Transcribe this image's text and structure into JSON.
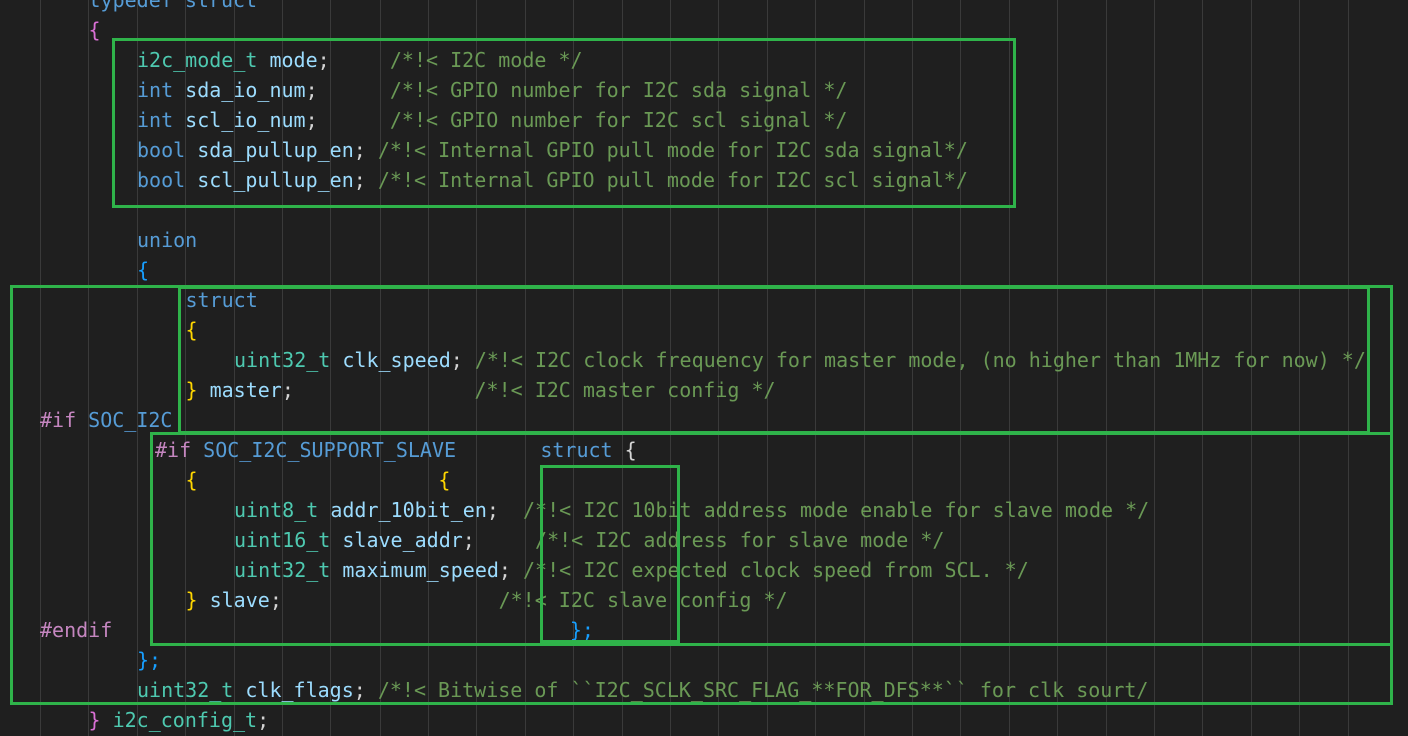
{
  "editor": {
    "theme": {
      "background": "#1f1f1f",
      "highlight_box": "#2fb34a"
    },
    "lines": [
      {
        "indent": 1,
        "tokens": [
          {
            "t": "typedef ",
            "c": "kw"
          },
          {
            "t": "struct",
            "c": "kw"
          }
        ]
      },
      {
        "indent": 1,
        "tokens": [
          {
            "t": "{",
            "c": "brace2"
          }
        ]
      },
      {
        "indent": 2,
        "tokens": [
          {
            "t": "i2c_mode_t",
            "c": "type"
          },
          {
            "t": " ",
            "c": "punct"
          },
          {
            "t": "mode",
            "c": "var"
          },
          {
            "t": ";     ",
            "c": "punct"
          },
          {
            "t": "/*!< I2C mode */",
            "c": "cmt"
          }
        ]
      },
      {
        "indent": 2,
        "tokens": [
          {
            "t": "int",
            "c": "kw"
          },
          {
            "t": " ",
            "c": "punct"
          },
          {
            "t": "sda_io_num",
            "c": "var"
          },
          {
            "t": ";      ",
            "c": "punct"
          },
          {
            "t": "/*!< GPIO number for I2C sda signal */",
            "c": "cmt"
          }
        ]
      },
      {
        "indent": 2,
        "tokens": [
          {
            "t": "int",
            "c": "kw"
          },
          {
            "t": " ",
            "c": "punct"
          },
          {
            "t": "scl_io_num",
            "c": "var"
          },
          {
            "t": ";      ",
            "c": "punct"
          },
          {
            "t": "/*!< GPIO number for I2C scl signal */",
            "c": "cmt"
          }
        ]
      },
      {
        "indent": 2,
        "tokens": [
          {
            "t": "bool",
            "c": "kw"
          },
          {
            "t": " ",
            "c": "punct"
          },
          {
            "t": "sda_pullup_en",
            "c": "var"
          },
          {
            "t": "; ",
            "c": "punct"
          },
          {
            "t": "/*!< Internal GPIO pull mode for I2C sda signal*/",
            "c": "cmt"
          }
        ]
      },
      {
        "indent": 2,
        "tokens": [
          {
            "t": "bool",
            "c": "kw"
          },
          {
            "t": " ",
            "c": "punct"
          },
          {
            "t": "scl_pullup_en",
            "c": "var"
          },
          {
            "t": "; ",
            "c": "punct"
          },
          {
            "t": "/*!< Internal GPIO pull mode for I2C scl signal*/",
            "c": "cmt"
          }
        ]
      },
      {
        "indent": 2,
        "tokens": []
      },
      {
        "indent": 2,
        "tokens": [
          {
            "t": "union",
            "c": "kw"
          }
        ]
      },
      {
        "indent": 2,
        "tokens": [
          {
            "t": "{",
            "c": "brace3"
          }
        ]
      },
      {
        "indent": 3,
        "tokens": [
          {
            "t": "struct",
            "c": "kw"
          }
        ]
      },
      {
        "indent": 3,
        "tokens": [
          {
            "t": "{",
            "c": "brace1"
          }
        ]
      },
      {
        "indent": 4,
        "tokens": [
          {
            "t": "uint32_t",
            "c": "type"
          },
          {
            "t": " ",
            "c": "punct"
          },
          {
            "t": "clk_speed",
            "c": "var"
          },
          {
            "t": "; ",
            "c": "punct"
          },
          {
            "t": "/*!< I2C clock frequency for master mode, (no higher than 1MHz for now) */",
            "c": "cmt"
          }
        ]
      },
      {
        "indent": 3,
        "tokens": [
          {
            "t": "}",
            "c": "brace1"
          },
          {
            "t": " ",
            "c": "punct"
          },
          {
            "t": "master",
            "c": "var"
          },
          {
            "t": ";               ",
            "c": "punct"
          },
          {
            "t": "/*!< I2C master config */",
            "c": "cmt"
          }
        ]
      },
      {
        "indent": 0,
        "tokens": [
          {
            "t": "#if",
            "c": "pre"
          },
          {
            "t": " ",
            "c": "punct"
          },
          {
            "t": "SOC_I2C",
            "c": "macro"
          }
        ]
      },
      {
        "indent": 0,
        "indentPx": 155,
        "tokens": [
          {
            "t": "#if",
            "c": "pre"
          },
          {
            "t": " ",
            "c": "punct"
          },
          {
            "t": "SOC_I2C_SUPPORT_SLAVE",
            "c": "macro"
          },
          {
            "t": "       ",
            "c": "punct"
          },
          {
            "t": "struct",
            "c": "kw"
          },
          {
            "t": " ",
            "c": "punct"
          },
          {
            "t": "{",
            "c": "punct"
          }
        ]
      },
      {
        "indent": 3,
        "tokens": [
          {
            "t": "{",
            "c": "brace1"
          },
          {
            "t": "                    ",
            "c": "punct"
          },
          {
            "t": "{",
            "c": "brace1"
          }
        ]
      },
      {
        "indent": 4,
        "tokens": [
          {
            "t": "uint8_t",
            "c": "type"
          },
          {
            "t": " ",
            "c": "punct"
          },
          {
            "t": "addr_10bit_en",
            "c": "var"
          },
          {
            "t": ";  ",
            "c": "punct"
          },
          {
            "t": "/*!< I2C 10bit address mode enable for slave mode */",
            "c": "cmt"
          }
        ]
      },
      {
        "indent": 4,
        "tokens": [
          {
            "t": "uint16_t",
            "c": "type"
          },
          {
            "t": " ",
            "c": "punct"
          },
          {
            "t": "slave_addr",
            "c": "var"
          },
          {
            "t": ";     ",
            "c": "punct"
          },
          {
            "t": "/*!< I2C address for slave mode */",
            "c": "cmt"
          }
        ]
      },
      {
        "indent": 4,
        "tokens": [
          {
            "t": "uint32_t",
            "c": "type"
          },
          {
            "t": " ",
            "c": "punct"
          },
          {
            "t": "maximum_speed",
            "c": "var"
          },
          {
            "t": "; ",
            "c": "punct"
          },
          {
            "t": "/*!< I2C expected clock speed from SCL. */",
            "c": "cmt"
          }
        ]
      },
      {
        "indent": 3,
        "tokens": [
          {
            "t": "}",
            "c": "brace1"
          },
          {
            "t": " ",
            "c": "punct"
          },
          {
            "t": "slave",
            "c": "var"
          },
          {
            "t": ";                  ",
            "c": "punct"
          },
          {
            "t": "/*!< I2C slave config */",
            "c": "cmt"
          }
        ]
      },
      {
        "indent": 0,
        "tokens": [
          {
            "t": "#endif",
            "c": "pre"
          },
          {
            "t": "                                      ",
            "c": "punct"
          },
          {
            "t": "};",
            "c": "brace3"
          }
        ]
      },
      {
        "indent": 2,
        "tokens": [
          {
            "t": "};",
            "c": "brace3"
          }
        ]
      },
      {
        "indent": 2,
        "tokens": [
          {
            "t": "uint32_t",
            "c": "type"
          },
          {
            "t": " ",
            "c": "punct"
          },
          {
            "t": "clk_flags",
            "c": "var"
          },
          {
            "t": "; ",
            "c": "punct"
          },
          {
            "t": "/*!< Bitwise of ``I2C_SCLK_SRC_FLAG_**FOR_DFS**`` for clk sourt/",
            "c": "cmt"
          }
        ]
      },
      {
        "indent": 1,
        "tokens": [
          {
            "t": "}",
            "c": "brace2"
          },
          {
            "t": " ",
            "c": "punct"
          },
          {
            "t": "i2c_config_t",
            "c": "type"
          },
          {
            "t": ";",
            "c": "punct"
          }
        ]
      }
    ]
  }
}
